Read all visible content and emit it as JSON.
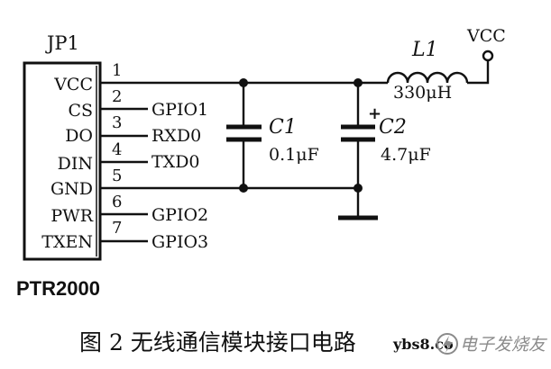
{
  "chip": {
    "ref": "JP1",
    "part": "PTR2000",
    "pins": [
      {
        "number": "1",
        "name": "VCC",
        "net": ""
      },
      {
        "number": "2",
        "name": "CS",
        "net": "GPIO1"
      },
      {
        "number": "3",
        "name": "DO",
        "net": "RXD0"
      },
      {
        "number": "4",
        "name": "DIN",
        "net": "TXD0"
      },
      {
        "number": "5",
        "name": "GND",
        "net": ""
      },
      {
        "number": "6",
        "name": "PWR",
        "net": "GPIO2"
      },
      {
        "number": "7",
        "name": "TXEN",
        "net": "GPIO3"
      }
    ]
  },
  "c1": {
    "ref": "C1",
    "value": "0.1μF"
  },
  "c2": {
    "ref": "C2",
    "value": "4.7μF",
    "polarity": "+"
  },
  "l1": {
    "ref": "L1",
    "value": "330μH"
  },
  "supply": {
    "label": "VCC"
  },
  "caption": "图 2   无线通信模块接口电路",
  "watermark": {
    "site": "ybs8.co",
    "brand": "电子发烧友"
  }
}
